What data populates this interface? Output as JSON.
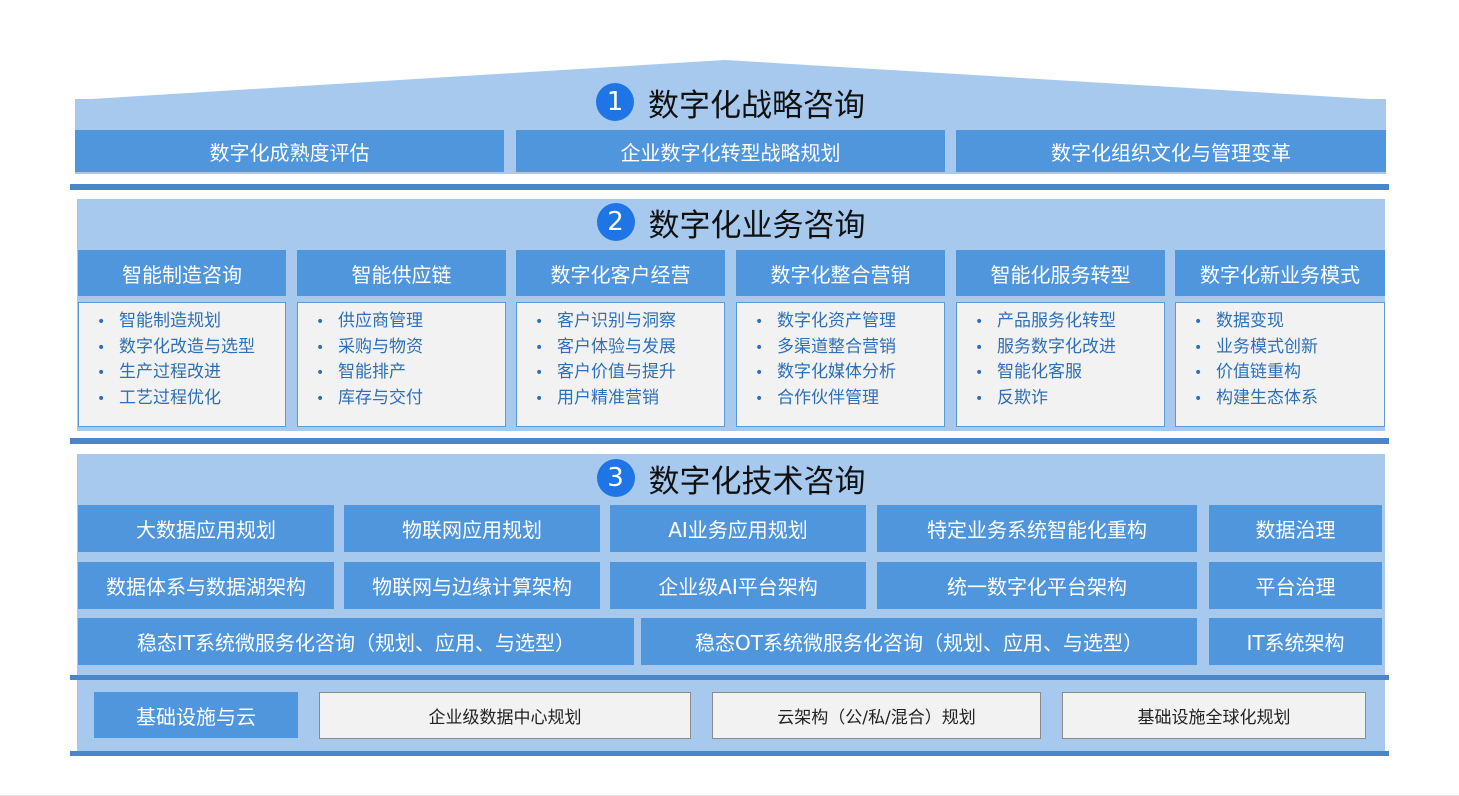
{
  "section1": {
    "number": "1",
    "title": "数字化战略咨询",
    "items": [
      "数字化成熟度评估",
      "企业数字化转型战略规划",
      "数字化组织文化与管理变革"
    ]
  },
  "section2": {
    "number": "2",
    "title": "数字化业务咨询",
    "columns": [
      {
        "title": "智能制造咨询",
        "items": [
          "智能制造规划",
          "数字化改造与选型",
          "生产过程改进",
          "工艺过程优化"
        ]
      },
      {
        "title": "智能供应链",
        "items": [
          "供应商管理",
          "采购与物资",
          "智能排产",
          "库存与交付"
        ]
      },
      {
        "title": "数字化客户经营",
        "items": [
          "客户识别与洞察",
          "客户体验与发展",
          "客户价值与提升",
          "用户精准营销"
        ]
      },
      {
        "title": "数字化整合营销",
        "items": [
          "数字化资产管理",
          "多渠道整合营销",
          "数字化媒体分析",
          "合作伙伴管理"
        ]
      },
      {
        "title": "智能化服务转型",
        "items": [
          "产品服务化转型",
          "服务数字化改进",
          "智能化客服",
          "反欺诈"
        ]
      },
      {
        "title": "数字化新业务模式",
        "items": [
          "数据变现",
          "业务模式创新",
          "价值链重构",
          "构建生态体系"
        ]
      }
    ],
    "bullet": "•"
  },
  "section3": {
    "number": "3",
    "title": "数字化技术咨询",
    "row1": [
      "大数据应用规划",
      "物联网应用规划",
      "AI业务应用规划",
      "特定业务系统智能化重构",
      "数据治理"
    ],
    "row2": [
      "数据体系与数据湖架构",
      "物联网与边缘计算架构",
      "企业级AI平台架构",
      "统一数字化平台架构",
      "平台治理"
    ],
    "row3": [
      "稳态IT系统微服务化咨询（规划、应用、与选型）",
      "稳态OT系统微服务化咨询（规划、应用、与选型）",
      "IT系统架构"
    ]
  },
  "infra": {
    "label": "基础设施与云",
    "items": [
      "企业级数据中心规划",
      "云架构（公/私/混合）规划",
      "基础设施全球化规划"
    ]
  },
  "colors": {
    "band": "#a7c9ee",
    "bar": "#5096dc",
    "divider": "#4a86c8",
    "number_circle": "#1f74e6",
    "bullet_text": "#2e6fb7",
    "card_bg": "#f2f2f2"
  }
}
